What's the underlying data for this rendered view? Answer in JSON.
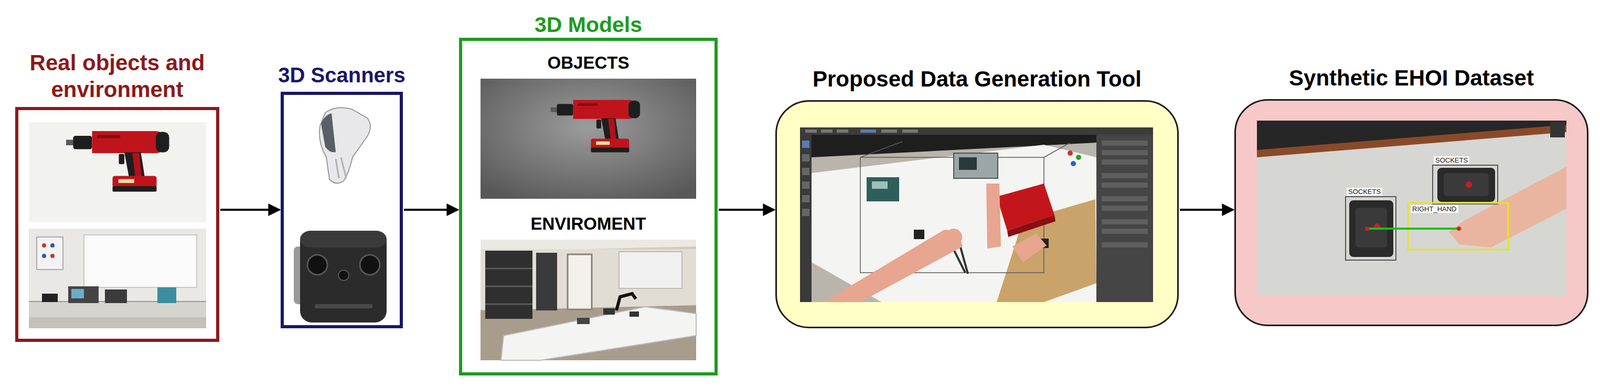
{
  "diagram": {
    "nodes": [
      {
        "text": [
          "Real objects and environment"
        ]
      },
      {
        "text": [
          "3D Scanners"
        ]
      },
      {
        "text": [
          "3D Models"
        ]
      },
      {
        "text": [
          "OBJECTS"
        ],
        "in": 2
      },
      {
        "text": [
          "ENVIROMENT"
        ],
        "in": 2
      },
      {
        "text": [
          "Proposed Data Generation Tool"
        ]
      },
      {
        "text": [
          "Synthetic EHOI Dataset"
        ]
      }
    ],
    "edges": [
      {
        "from": 0,
        "to": 1,
        "arrow": "to"
      },
      {
        "from": 1,
        "to": 2,
        "arrow": "to"
      },
      {
        "from": 2,
        "to": 5,
        "arrow": "to"
      },
      {
        "from": 5,
        "to": 6,
        "arrow": "to"
      }
    ],
    "labels": [
      "SOCKETS",
      "SOCKETS",
      "RIGHT_HAND"
    ]
  }
}
